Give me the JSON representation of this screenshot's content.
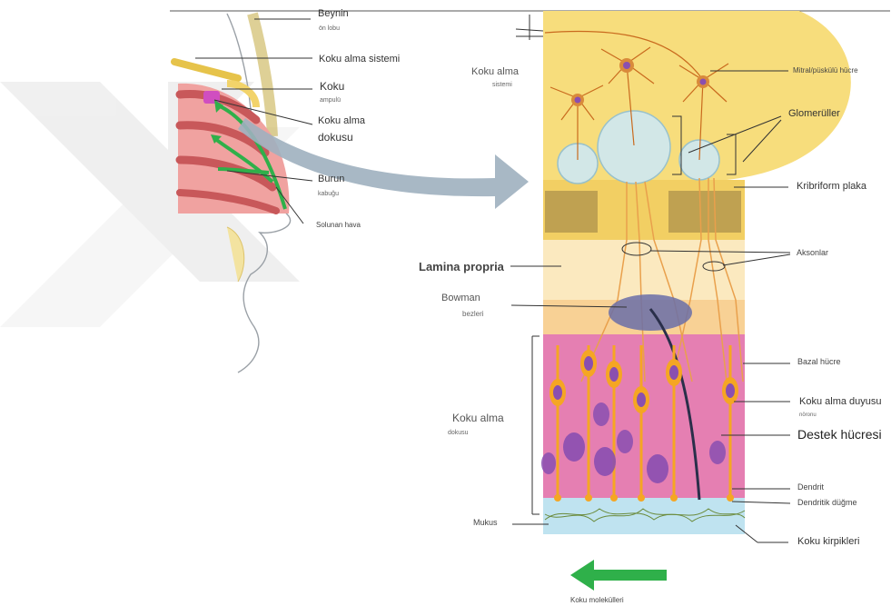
{
  "labels": {
    "brain_front_lobe": {
      "main": "Beynin",
      "sub": "ön lobu"
    },
    "olfactory_system_left": "Koku alma sistemi",
    "olfactory_bulb": {
      "main": "Koku",
      "sub": "ampulü"
    },
    "olfactory_tissue_left": {
      "main": "Koku alma",
      "sub": "dokusu"
    },
    "nasal_concha": {
      "main": "Burun",
      "sub": "kabuğu"
    },
    "inhaled_air": "Solunan hava",
    "olfactory_system_right": {
      "main": "Koku alma",
      "sub": "sistemi"
    },
    "mitral_cell": "Mitral/püskülü hücre",
    "glomeruli": "Glomerüller",
    "cribriform_plate": "Kribriform plaka",
    "lamina_propria": "Lamina propria",
    "axons": "Aksonlar",
    "bowman_glands": {
      "main": "Bowman",
      "sub": "bezleri"
    },
    "basal_cell": "Bazal hücre",
    "olfactory_neuron": {
      "main": "Koku alma duyusu",
      "sub": "nöronu"
    },
    "olfactory_tissue_right": {
      "main": "Koku alma",
      "sub": "dokusu"
    },
    "support_cell": "Destek hücresi",
    "dendrite": "Dendrit",
    "dendritic_knob": "Dendritik düğme",
    "mucus": "Mukus",
    "olfactory_cilia": "Koku kirpikleri",
    "odor_molecules": "Koku molekülleri"
  },
  "colors": {
    "bulb_yellow": "#f7dd7c",
    "plate": "#f2cf63",
    "lamina": "#fbe9bf",
    "epithelium": "#e57fb2",
    "mucus": "#bfe3f0",
    "neuron": "#f5a623",
    "nucleus": "#8a4fb0",
    "arrow_gray": "#9fb0bf",
    "arrow_green": "#2fb04a",
    "watermark": "#e8e8e8"
  }
}
